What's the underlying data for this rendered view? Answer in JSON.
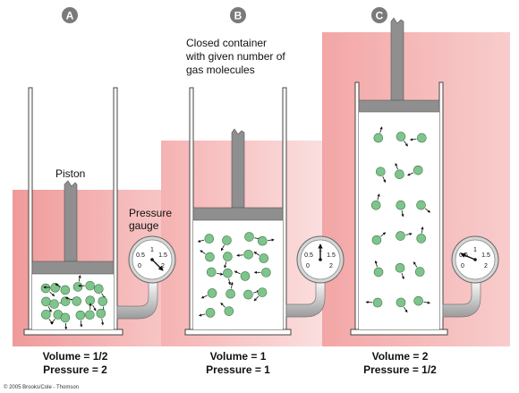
{
  "panels": [
    {
      "badge": "A",
      "volume_label": "Volume = 1/2",
      "pressure_label": "Pressure = 2",
      "gauge_ticks": [
        "1",
        "0.5",
        "1.5",
        "0",
        "2"
      ],
      "gauge_needle_value": 2,
      "molecule_count": 18
    },
    {
      "badge": "B",
      "volume_label": "Volume = 1",
      "pressure_label": "Pressure = 1",
      "gauge_ticks": [
        "1",
        "0.5",
        "1.5",
        "0",
        "2"
      ],
      "gauge_needle_value": 1,
      "molecule_count": 18
    },
    {
      "badge": "C",
      "volume_label": "Volume = 2",
      "pressure_label": "Pressure = 1/2",
      "gauge_ticks": [
        "1",
        "0.5",
        "1.5",
        "0",
        "2"
      ],
      "gauge_needle_value": 0.5,
      "molecule_count": 18
    }
  ],
  "annotations": {
    "piston": "Piston",
    "pressure_gauge_line1": "Pressure",
    "pressure_gauge_line2": "gauge",
    "container_line1": "Closed container",
    "container_line2": "with given number of",
    "container_line3": "gas molecules"
  },
  "copyright": "© 2005 Brooks/Cole - Thomson",
  "colors": {
    "background_pink": "#f7c3c3",
    "background_pink_dark": "#f09a9a",
    "piston_gray": "#8f8f8f",
    "molecule_green": "#7fc48c",
    "badge_gray": "#7a7a7a"
  }
}
